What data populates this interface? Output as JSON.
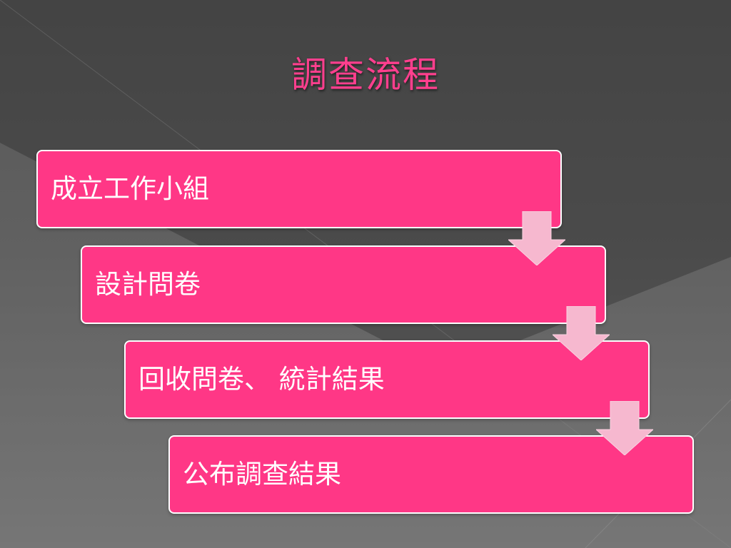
{
  "slide": {
    "title": "調查流程"
  },
  "colors": {
    "title": "#ff3f8e",
    "box_fill": "#ff3786",
    "box_border": "#ffffff",
    "arrow_fill": "#f6b8cf",
    "background_top": "#4a4a4a",
    "background_bottom": "#7a7a7a"
  },
  "flow": {
    "steps": [
      {
        "label": "成立工作小組"
      },
      {
        "label": "設計問卷"
      },
      {
        "label": "回收問卷、 統計結果"
      },
      {
        "label": "公布調查結果"
      }
    ],
    "arrow_icon": "down-arrow-icon"
  }
}
